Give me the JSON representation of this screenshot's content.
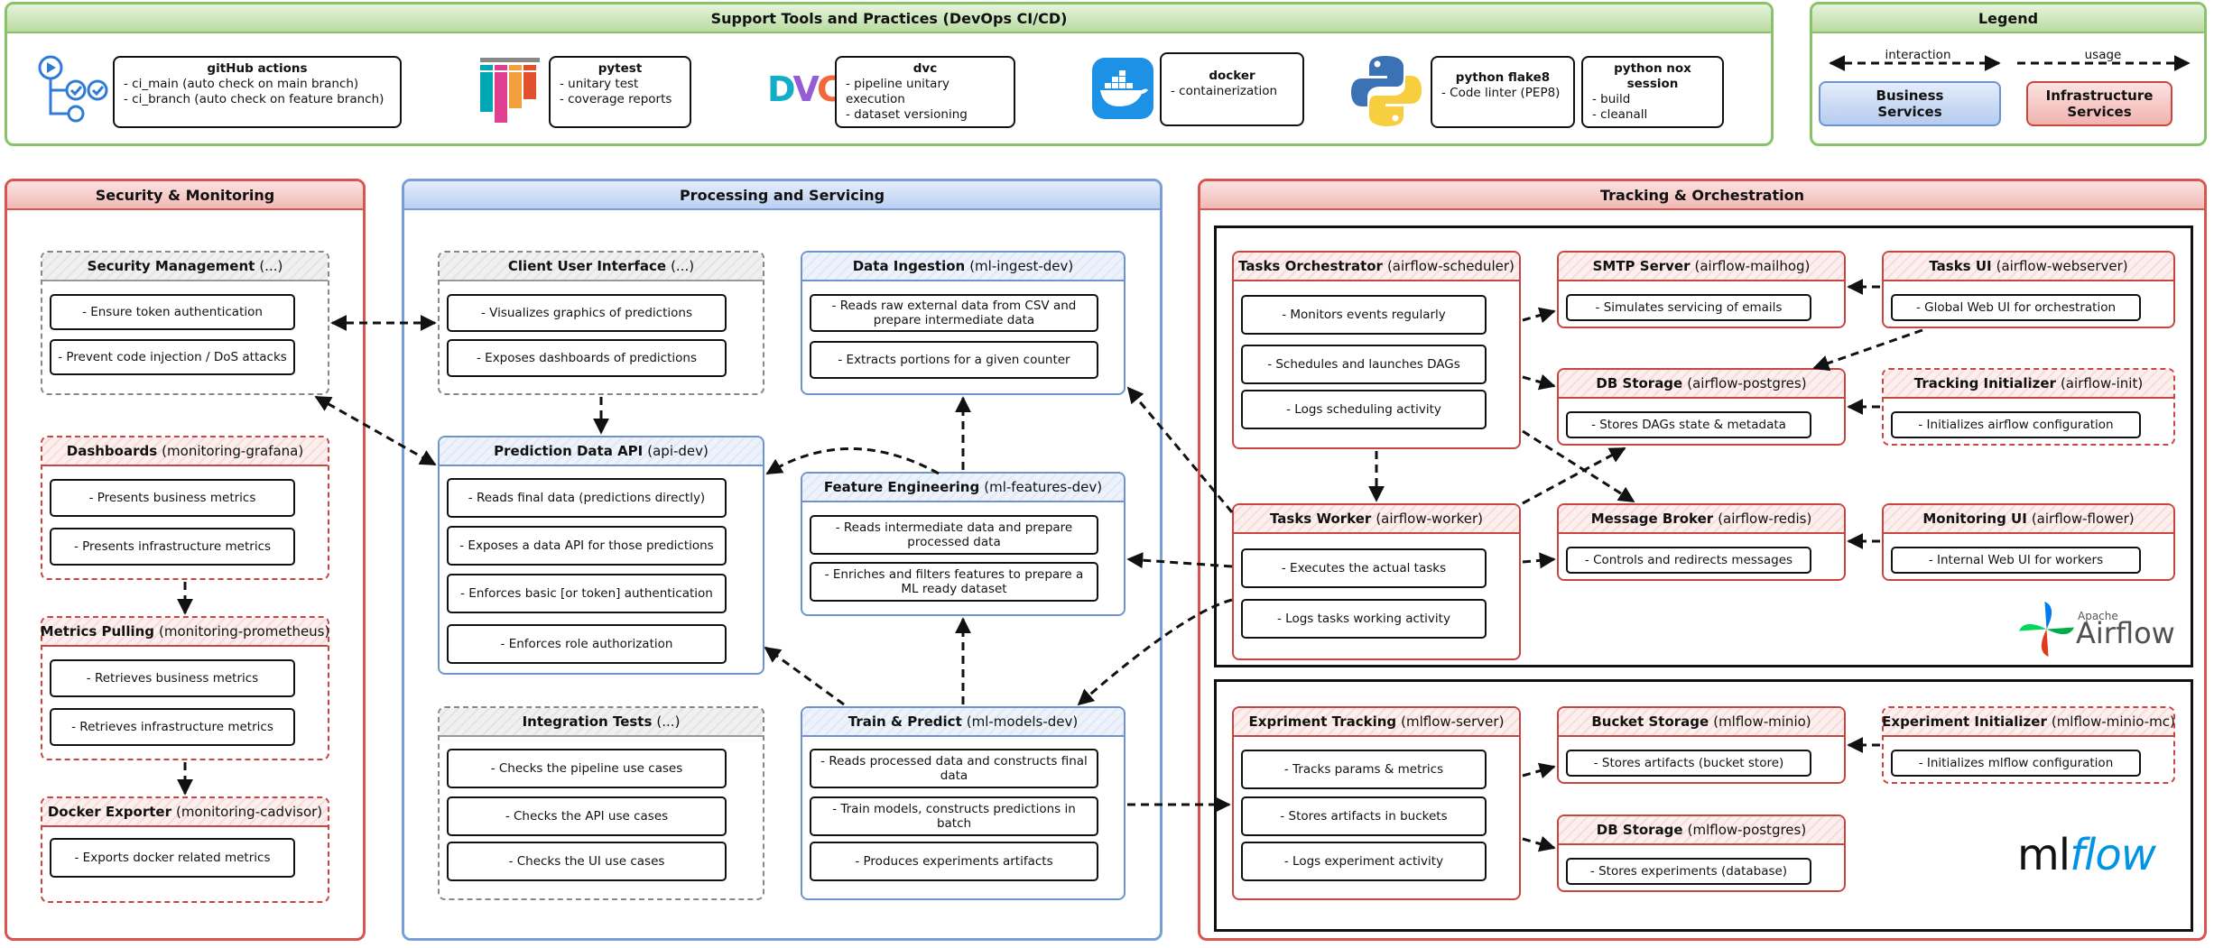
{
  "support": {
    "title": "Support Tools and Practices (DevOps CI/CD)",
    "github": {
      "title": "gitHub actions",
      "lines": [
        "- ci_main (auto check on main branch)",
        "- ci_branch (auto check on feature branch)"
      ]
    },
    "pytest": {
      "title": "pytest",
      "lines": [
        "- unitary test",
        "- coverage reports"
      ]
    },
    "dvc": {
      "title": "dvc",
      "lines": [
        "- pipeline unitary execution",
        "- dataset versioning"
      ],
      "logo": "DVC"
    },
    "docker": {
      "title": "docker",
      "lines": [
        "- containerization"
      ]
    },
    "flake8": {
      "title": "python flake8",
      "lines": [
        "- Code linter (PEP8)"
      ]
    },
    "nox": {
      "title": "python nox session",
      "lines": [
        "- build",
        "- cleanall"
      ]
    }
  },
  "legend": {
    "title": "Legend",
    "interaction": "interaction",
    "usage": "usage",
    "business": "Business Services",
    "infrastructure": "Infrastructure Services"
  },
  "security": {
    "title": "Security & Monitoring",
    "mgmt": {
      "name": "Security Management",
      "sub": "(...)",
      "items": [
        "- Ensure token authentication",
        "- Prevent code injection / DoS attacks"
      ]
    },
    "dash": {
      "name": "Dashboards",
      "sub": "(monitoring-grafana)",
      "items": [
        "- Presents business metrics",
        "- Presents infrastructure  metrics"
      ]
    },
    "metrics": {
      "name": "Metrics Pulling",
      "sub": "(monitoring-prometheus)",
      "items": [
        "- Retrieves business metrics",
        "- Retrieves infrastructure metrics"
      ]
    },
    "docker": {
      "name": "Docker Exporter",
      "sub": "(monitoring-cadvisor)",
      "items": [
        "- Exports docker related metrics"
      ]
    }
  },
  "processing": {
    "title": "Processing and Servicing",
    "client": {
      "name": "Client User Interface",
      "sub": "(...)",
      "items": [
        "- Visualizes graphics of predictions",
        "- Exposes dashboards of predictions"
      ]
    },
    "api": {
      "name": "Prediction Data API",
      "sub": "(api-dev)",
      "items": [
        "- Reads final data (predictions directly)",
        "- Exposes a data API for those predictions",
        "- Enforces basic [or token] authentication",
        "- Enforces role authorization"
      ]
    },
    "tests": {
      "name": "Integration Tests",
      "sub": "(...)",
      "items": [
        "- Checks the pipeline use cases",
        "- Checks the API use cases",
        "- Checks the UI use cases"
      ]
    },
    "ingest": {
      "name": "Data Ingestion",
      "sub": "(ml-ingest-dev)",
      "items": [
        "- Reads raw external data from CSV and prepare intermediate data",
        "- Extracts portions for a given counter"
      ]
    },
    "features": {
      "name": "Feature Engineering",
      "sub": "(ml-features-dev)",
      "items": [
        "- Reads intermediate data and prepare processed data",
        "- Enriches and filters features to prepare a ML ready dataset"
      ]
    },
    "train": {
      "name": "Train & Predict",
      "sub": "(ml-models-dev)",
      "items": [
        "- Reads processed data and constructs final data",
        "- Train models, constructs predictions in batch",
        "- Produces experiments artifacts"
      ]
    }
  },
  "tracking": {
    "title": "Tracking & Orchestration",
    "orchestrator": {
      "name": "Tasks Orchestrator",
      "sub": "(airflow-scheduler)",
      "items": [
        "- Monitors events regularly",
        "- Schedules and launches DAGs",
        "- Logs scheduling activity"
      ]
    },
    "smtp": {
      "name": "SMTP Server",
      "sub": "(airflow-mailhog)",
      "items": [
        "- Simulates servicing of emails"
      ]
    },
    "tasksui": {
      "name": "Tasks UI",
      "sub": "(airflow-webserver)",
      "items": [
        "- Global Web UI for orchestration"
      ]
    },
    "dbair": {
      "name": "DB Storage",
      "sub": "(airflow-postgres)",
      "items": [
        "- Stores DAGs state & metadata"
      ]
    },
    "init": {
      "name": "Tracking Initializer",
      "sub": "(airflow-init)",
      "items": [
        "- Initializes airflow configuration"
      ]
    },
    "worker": {
      "name": "Tasks Worker",
      "sub": "(airflow-worker)",
      "items": [
        "- Executes the actual tasks",
        "- Logs tasks working activity"
      ]
    },
    "broker": {
      "name": "Message Broker",
      "sub": "(airflow-redis)",
      "items": [
        "- Controls and redirects messages"
      ]
    },
    "monui": {
      "name": "Monitoring UI",
      "sub": "(airflow-flower)",
      "items": [
        "- Internal Web UI for workers"
      ]
    },
    "airflow_small": "Apache",
    "airflow_big": "Airflow",
    "exp": {
      "name": "Expriment Tracking",
      "sub": "(mlflow-server)",
      "items": [
        "- Tracks params & metrics",
        "- Stores artifacts in buckets",
        "- Logs experiment activity"
      ]
    },
    "bucket": {
      "name": "Bucket Storage",
      "sub": "(mlflow-minio)",
      "items": [
        "- Stores artifacts (bucket store)"
      ]
    },
    "expinit": {
      "name": "Experiment Initializer",
      "sub": "(mlflow-minio-mc)",
      "items": [
        "- Initializes mlflow configuration"
      ]
    },
    "dbml": {
      "name": "DB Storage",
      "sub": "(mlflow-postgres)",
      "items": [
        "- Stores experiments (database)"
      ]
    },
    "mlflow_a": "ml",
    "mlflow_b": "flow"
  },
  "colors": {
    "business": "#6f93cc",
    "infrastructure": "#c9453f",
    "support": "#8ac26a"
  }
}
